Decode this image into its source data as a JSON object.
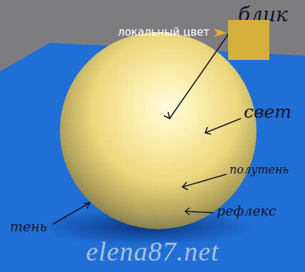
{
  "diagram": {
    "labels": [
      "блик",
      "свет",
      "полутень",
      "рефлекс",
      "тень",
      "elena87.net"
    ],
    "legend": [
      {
        "text": "локальный цвет",
        "color": "#d4b03a"
      }
    ]
  }
}
